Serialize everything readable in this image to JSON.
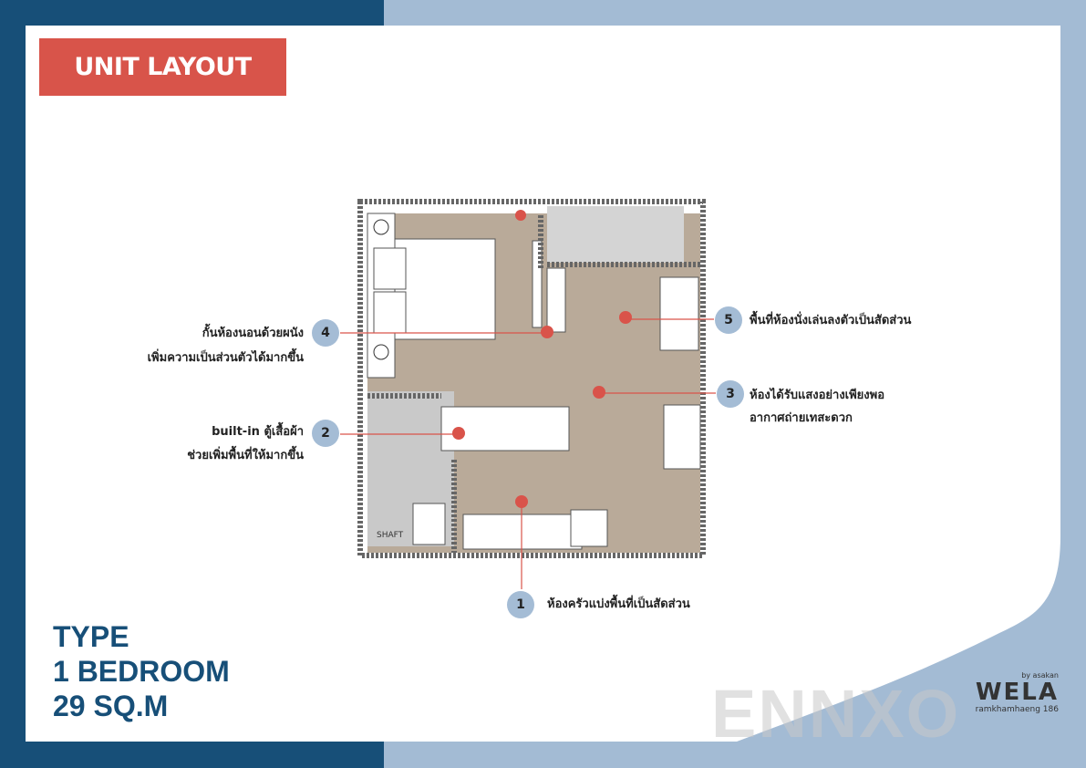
{
  "title": "UNIT LAYOUT",
  "type": {
    "line1": "TYPE",
    "line2": "1 BEDROOM",
    "line3": "29 SQ.M"
  },
  "callouts": [
    {
      "num": "1",
      "text1": "ห้องครัวแบ่งพื้นที่เป็นสัดส่วน"
    },
    {
      "num": "2",
      "text1": "built-in ตู้เสื้อผ้า",
      "text2": "ช่วยเพิ่มพื้นที่ให้มากขึ้น"
    },
    {
      "num": "3",
      "text1": "ห้องได้รับแสงอย่างเพียงพอ",
      "text2": "อากาศถ่ายเทสะดวก"
    },
    {
      "num": "4",
      "text1": "กั้นห้องนอนด้วยผนัง",
      "text2": "เพิ่มความเป็นส่วนตัวได้มากขึ้น"
    },
    {
      "num": "5",
      "text1": "พื้นที่ห้องนั่งเล่นลงตัวเป็นสัดส่วน"
    }
  ],
  "plan": {
    "shaft_label": "SHAFT"
  },
  "logo": {
    "by": "by asakan",
    "brand": "WELA",
    "sub": "ramkhamhaeng 186"
  },
  "watermark": "ENNXO",
  "colors": {
    "dark_blue": "#174f78",
    "light_blue": "#a3bbd4",
    "accent_red": "#d8544a",
    "marker_red": "#d9534a"
  }
}
